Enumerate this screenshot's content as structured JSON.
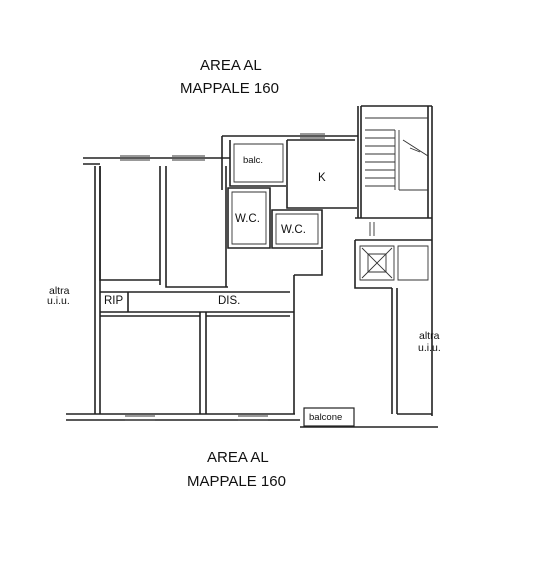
{
  "labels": {
    "area_top_line1": "AREA AL",
    "area_top_line2": "MAPPALE 160",
    "area_bottom_line1": "AREA AL",
    "area_bottom_line2": "MAPPALE 160",
    "altra_left_line1": "altra",
    "altra_left_line2": "u.i.u.",
    "altra_right_line1": "altra",
    "altra_right_line2": "u.i.u.",
    "balc": "balc.",
    "kitchen": "K",
    "wc_left": "W.C.",
    "wc_right": "W.C.",
    "rip": "RIP",
    "dis": "DIS.",
    "balcone": "balcone"
  }
}
